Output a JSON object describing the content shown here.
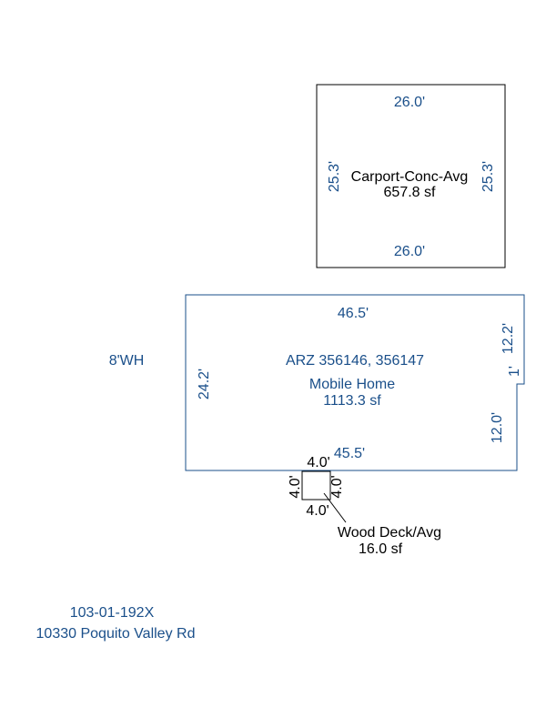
{
  "carport": {
    "dim_top": "26.0'",
    "dim_bottom": "26.0'",
    "dim_left": "25.3'",
    "dim_right": "25.3'",
    "label": "Carport-Conc-Avg",
    "area": "657.8 sf"
  },
  "mobile_home": {
    "dim_top": "46.5'",
    "dim_bottom": "45.5'",
    "dim_left": "24.2'",
    "dim_right_upper": "12.2'",
    "dim_notch": "1'",
    "dim_right_lower": "12.0'",
    "permit": "ARZ 356146, 356147",
    "label": "Mobile Home",
    "area": "1113.3 sf"
  },
  "wood_deck": {
    "dim_top": "4.0'",
    "dim_bottom": "4.0'",
    "dim_left": "4.0'",
    "dim_right": "4.0'",
    "label": "Wood Deck/Avg",
    "area": "16.0 sf"
  },
  "note_wh": "8'WH",
  "parcel": {
    "number": "103-01-192X",
    "address": "10330 Poquito Valley Rd"
  }
}
